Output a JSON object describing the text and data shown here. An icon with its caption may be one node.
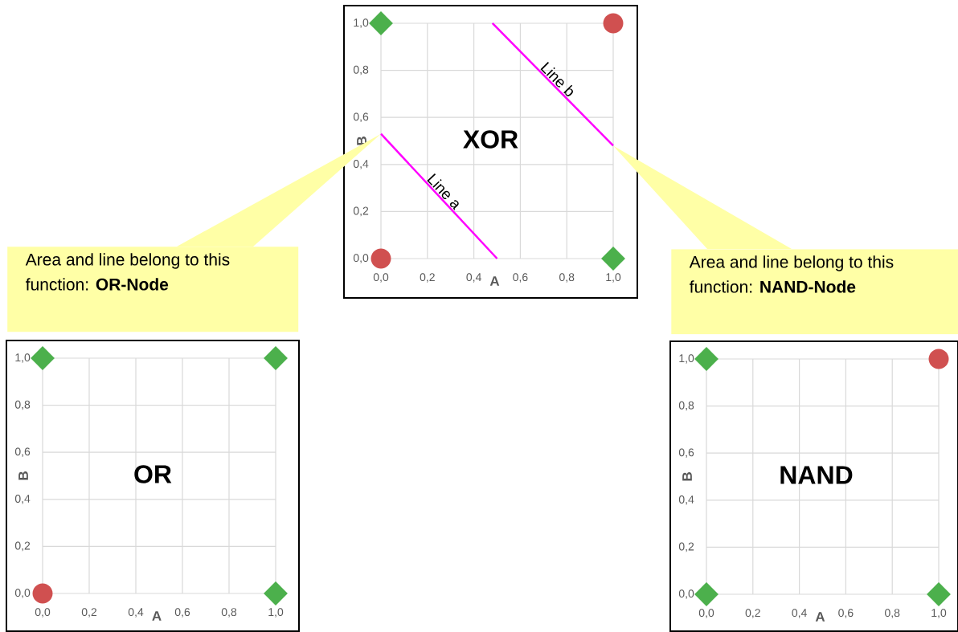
{
  "diagram": {
    "nodes": [
      {
        "text": [
          "XOR"
        ]
      },
      {
        "text": [],
        "shape": "diamond",
        "in": 0
      },
      {
        "text": [],
        "shape": "circle",
        "in": 0
      },
      {
        "text": [],
        "shape": "circle",
        "in": 0
      },
      {
        "text": [],
        "shape": "diamond",
        "in": 0
      },
      {
        "text": [
          "Line b"
        ],
        "in": 0
      },
      {
        "text": [
          "Line a"
        ],
        "in": 0
      },
      {
        "text": [
          "Area and line belong to this function: **OR-Node**"
        ]
      },
      {
        "text": [
          "Area and line belong to this function: **NAND-Node**"
        ]
      },
      {
        "text": [
          "OR"
        ]
      },
      {
        "text": [],
        "shape": "diamond",
        "in": 9
      },
      {
        "text": [],
        "shape": "diamond",
        "in": 9
      },
      {
        "text": [],
        "shape": "circle",
        "in": 9
      },
      {
        "text": [],
        "shape": "diamond",
        "in": 9
      },
      {
        "text": [
          "NAND"
        ]
      },
      {
        "text": [],
        "shape": "diamond",
        "in": 14
      },
      {
        "text": [],
        "shape": "circle",
        "in": 14
      },
      {
        "text": [],
        "shape": "diamond",
        "in": 14
      },
      {
        "text": [],
        "shape": "diamond",
        "in": 14
      }
    ],
    "edges": [
      {
        "from": 7,
        "to": 6,
        "arrow": "none"
      },
      {
        "from": 8,
        "to": 5,
        "arrow": "none"
      }
    ],
    "labels": [
      "1,0",
      "0,8",
      "0,6",
      "0,4",
      "0,2",
      "0,0",
      "B",
      "0,0",
      "0,2",
      "0,4",
      "A",
      "0,6",
      "0,8",
      "1,0",
      "1,0",
      "0,8",
      "0,6",
      "0,4",
      "0,2",
      "0,0",
      "B",
      "0,0",
      "0,2",
      "0,4",
      "A",
      "0,6",
      "0,8",
      "1,0",
      "1,0",
      "0,8",
      "0,6",
      "0,4",
      "0,2",
      "0,0",
      "B",
      "0,0",
      "0,2",
      "0,4",
      "A",
      "0,6",
      "0,8",
      "1,0"
    ]
  }
}
